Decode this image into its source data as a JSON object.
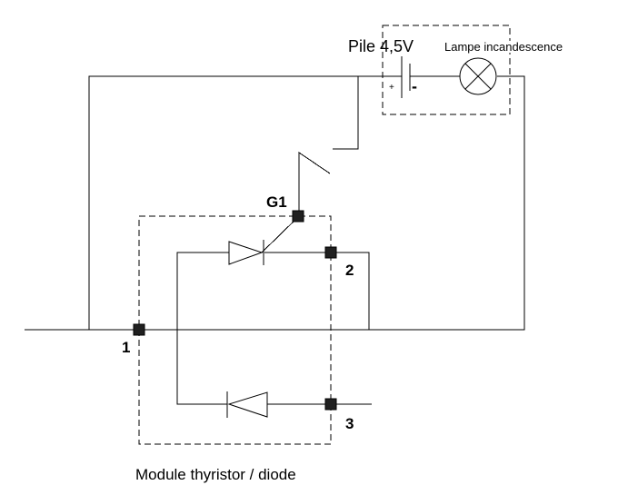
{
  "labels": {
    "battery": "Pile 4,5V",
    "lamp": "Lampe incandescence",
    "plus": "+",
    "minus": "-",
    "gate": "G1",
    "terminal_1": "1",
    "terminal_2": "2",
    "terminal_3": "3",
    "module_caption": "Module thyristor / diode"
  }
}
